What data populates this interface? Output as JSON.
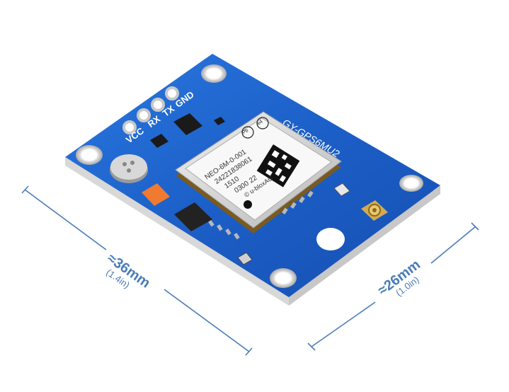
{
  "board": {
    "pins": [
      "VCC",
      "RX",
      "TX",
      "GND"
    ],
    "model_label": "GY-GPS6MU2"
  },
  "module": {
    "part_number": "NEO-6M-0-001",
    "serial": "24221838061",
    "date_code": "1510",
    "lot": "0300 22",
    "manufacturer": "© u-bloxAG",
    "pb_mark": "Pb",
    "e4_mark": "e4"
  },
  "dimensions": {
    "length": "≈36mm",
    "length_imperial": "(1.4in)",
    "width": "≈26mm",
    "width_imperial": "(1.0in)"
  },
  "colors": {
    "pcb": "#1c5fc8",
    "pcb_edge": "#103a8a",
    "dimension_line": "#4a7cb8",
    "module_shield": "#d8d8d8",
    "module_label": "#ffffff"
  }
}
